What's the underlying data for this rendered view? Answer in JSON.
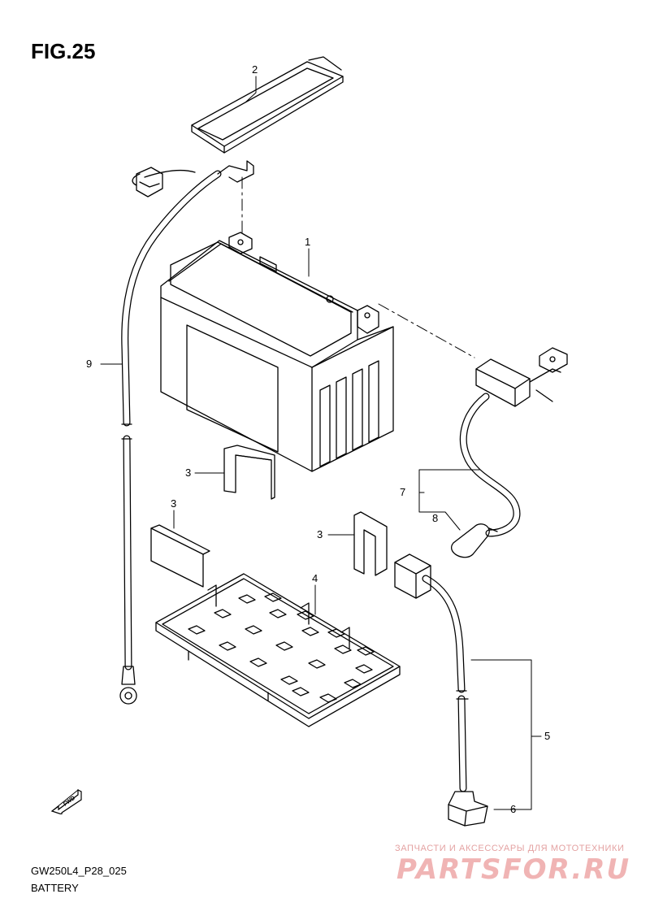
{
  "figure": {
    "title": "FIG.25",
    "code": "GW250L4_P28_025",
    "section": "BATTERY"
  },
  "callouts": {
    "c1": "1",
    "c2": "2",
    "c3a": "3",
    "c3b": "3",
    "c3c": "3",
    "c4": "4",
    "c5": "5",
    "c6": "6",
    "c7": "7",
    "c8": "8",
    "c9": "9"
  },
  "fwd_badge": {
    "label": "FWD",
    "icon": "forward-arrow-icon"
  },
  "watermark": {
    "tagline": "ЗАПЧАСТИ И АКСЕССУАРЫ ДЛЯ МОТОТЕХНИКИ",
    "logo": "PARTSFOR.RU"
  }
}
